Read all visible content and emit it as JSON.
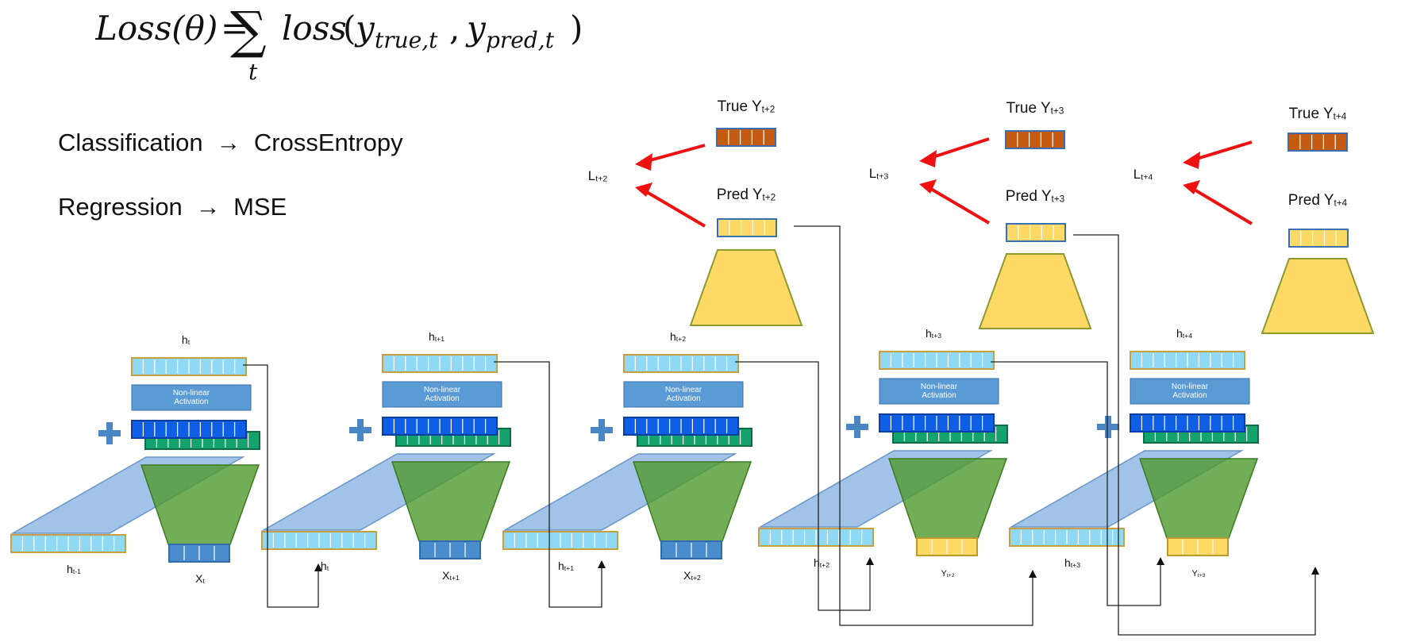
{
  "formula": {
    "lhs": "Loss(θ)",
    "equals": "=",
    "sum": "∑",
    "subscript": "t",
    "rhs_fn": "loss",
    "open": "(",
    "arg1_base": "y",
    "arg1_sub": "true,t",
    "comma": ",",
    "arg2_base": "y",
    "arg2_sub": "pred,t",
    "close": ")"
  },
  "notes": {
    "classification": "Classification",
    "classification_target": "CrossEntropy",
    "regression": "Regression",
    "regression_target": "MSE",
    "arrow": "→"
  },
  "cells": [
    {
      "h_out": "h",
      "h_out_sub": "t",
      "h_in": "h",
      "h_in_sub": "t-1",
      "x": "X",
      "x_sub": "t",
      "activation": "Non-linear Activation",
      "plus": "+"
    },
    {
      "h_out": "h",
      "h_out_sub": "t+1",
      "h_in": "h",
      "h_in_sub": "t",
      "x": "X",
      "x_sub": "t+1",
      "activation": "Non-linear Activation",
      "plus": "+"
    },
    {
      "h_out": "h",
      "h_out_sub": "t+2",
      "h_in": "h",
      "h_in_sub": "t+1",
      "x": "X",
      "x_sub": "t+2",
      "activation": "Non-linear Activation",
      "plus": "+"
    },
    {
      "h_out": "h",
      "h_out_sub": "t+3",
      "h_in": "h",
      "h_in_sub": "t+2",
      "x": "Y",
      "x_sub": "t+2",
      "activation": "Non-linear Activation",
      "plus": "+"
    },
    {
      "h_out": "h",
      "h_out_sub": "t+4",
      "h_in": "h",
      "h_in_sub": "t+3",
      "x": "Y",
      "x_sub": "t+3",
      "activation": "Non-linear Activation",
      "plus": "+"
    }
  ],
  "outputs": [
    {
      "true_label": "True Y",
      "true_sub": "t+2",
      "pred_label": "Pred Y",
      "pred_sub": "t+2",
      "loss": "L",
      "loss_sub": "t+2"
    },
    {
      "true_label": "True Y",
      "true_sub": "t+3",
      "pred_label": "Pred Y",
      "pred_sub": "t+3",
      "loss": "L",
      "loss_sub": "t+3"
    },
    {
      "true_label": "True Y",
      "true_sub": "t+4",
      "pred_label": "Pred Y",
      "pred_sub": "t+4",
      "loss": "L",
      "loss_sub": "t+4"
    }
  ],
  "colors": {
    "hidden_fill": "#8fd9f5",
    "hidden_border": "#c8a040",
    "activation_fill": "#5b9bd5",
    "blue_vec": "#0f5fe6",
    "green_vec": "#14a36c",
    "parallelogram": "#8fb8e3",
    "trapezoid_green": "#4f9a2e",
    "input_vec": "#4a8ccc",
    "yellow": "#ffd966",
    "yellow_border": "#b89b2e",
    "true_fill": "#c55a11",
    "arrow_red": "#ee1111",
    "plus": "#4a86c4"
  }
}
